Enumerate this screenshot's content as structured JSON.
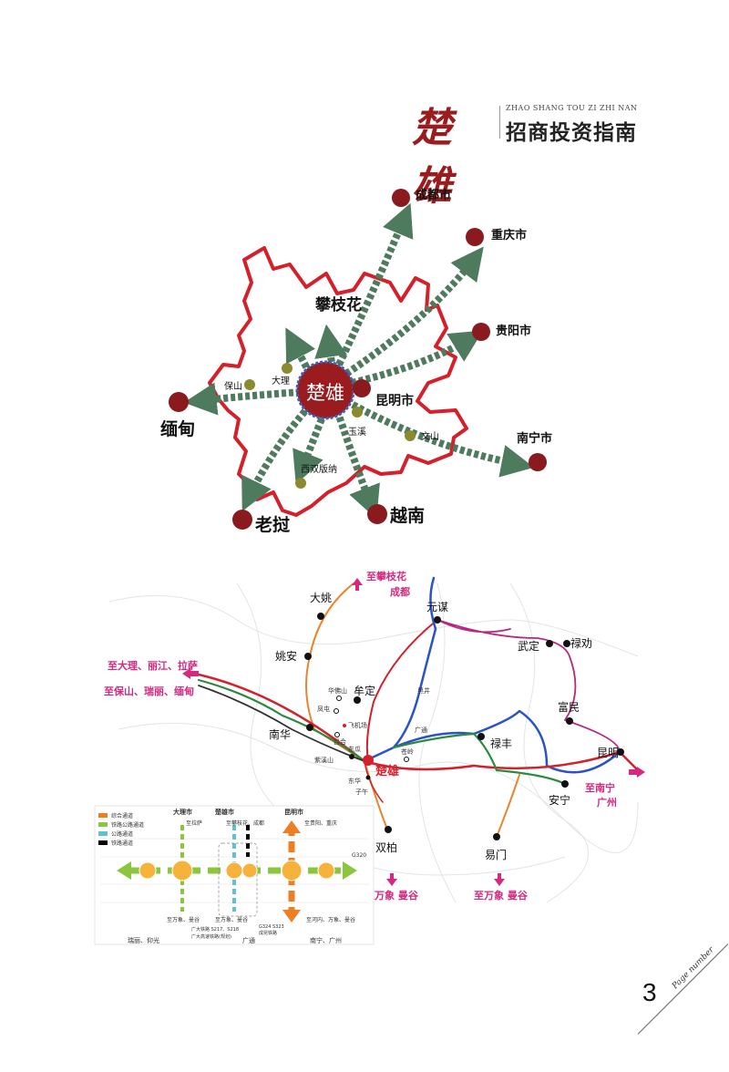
{
  "header": {
    "brand_mark": "楚雄",
    "pinyin": "ZHAO SHANG TOU ZI ZHI NAN",
    "title": "招商投资指南"
  },
  "map1": {
    "center": "楚雄",
    "destinations": {
      "chengdu": "成都市",
      "chongqing": "重庆市",
      "guiyang": "贵阳市",
      "nanning": "南宁市",
      "kunming": "昆明市",
      "panzhihua": "攀枝花",
      "myanmar": "缅甸",
      "laos": "老挝",
      "vietnam": "越南"
    },
    "cities": {
      "baoshan": "保山",
      "dali": "大理",
      "yuxi": "玉溪",
      "wenshan": "文山",
      "xishuangbanna": "西双版纳"
    }
  },
  "map2": {
    "exits": {
      "panzhihua_chengdu_1": "至攀枝花",
      "panzhihua_chengdu_2": "成都",
      "west_1": "至大理、丽江、拉萨",
      "west_2": "至保山、瑞丽、缅甸",
      "south_east_1": "至南宁",
      "south_east_2": "广州",
      "south_1": "至万象  曼谷",
      "south_2": "至万象  曼谷"
    },
    "places": {
      "dayao": "大姚",
      "yuanmou": "元谋",
      "yaoan": "姚安",
      "wuding": "武定",
      "lufeng_q": "禄劝",
      "mouding": "牟定",
      "nanhua": "南华",
      "chuxiong": "楚雄",
      "lufeng": "禄丰",
      "kunming": "昆明",
      "fumin": "富民",
      "anning": "安宁",
      "shuangbai": "双柏",
      "yimen": "易门",
      "huafoshan": "华佛山",
      "fengtun": "凤屯",
      "zixishan": "紫溪山",
      "donghua": "东华",
      "ziwu": "子午",
      "heijing": "黑井",
      "airport": "飞机场",
      "guangtong": "广通",
      "lvhe": "吕合",
      "dongwa": "东瓜",
      "chaling": "苍岭"
    },
    "legend": {
      "items": [
        "综合通道",
        "铁路公路通道",
        "公路通道",
        "铁路通道"
      ],
      "colors": [
        "#ef7d22",
        "#8cc63f",
        "#5ec4cc",
        "#000000"
      ]
    },
    "inset": {
      "dali_city": "大理市",
      "chuxiong_city": "楚雄市",
      "kunming_city": "昆明市",
      "to_lhasa": "至拉萨",
      "to_panzhihua": "至攀枝花、成都",
      "to_guiyang": "至贵阳、重庆",
      "to_vientiane_1": "至万象、曼谷",
      "to_vientiane_2": "至万象、曼谷",
      "to_hanoi": "至河内、万象、曼谷",
      "ruili": "瑞丽、仰光",
      "guangtong": "广通",
      "nanning": "南宁、广州",
      "rail_note_1": "广大铁路  S217、S218",
      "rail_note_2": "广大高速铁路(规划)",
      "road_note": "G324  S323",
      "road_note_2": "成昆铁路",
      "g320": "G320"
    }
  },
  "footer": {
    "page_number": "3",
    "page_label": "Page number"
  },
  "colors": {
    "brand": "#9b1c1f",
    "border": "#d3202a",
    "arrow": "#4e7a5e",
    "city": "#8b1a1e",
    "magenta": "#d6287f"
  }
}
